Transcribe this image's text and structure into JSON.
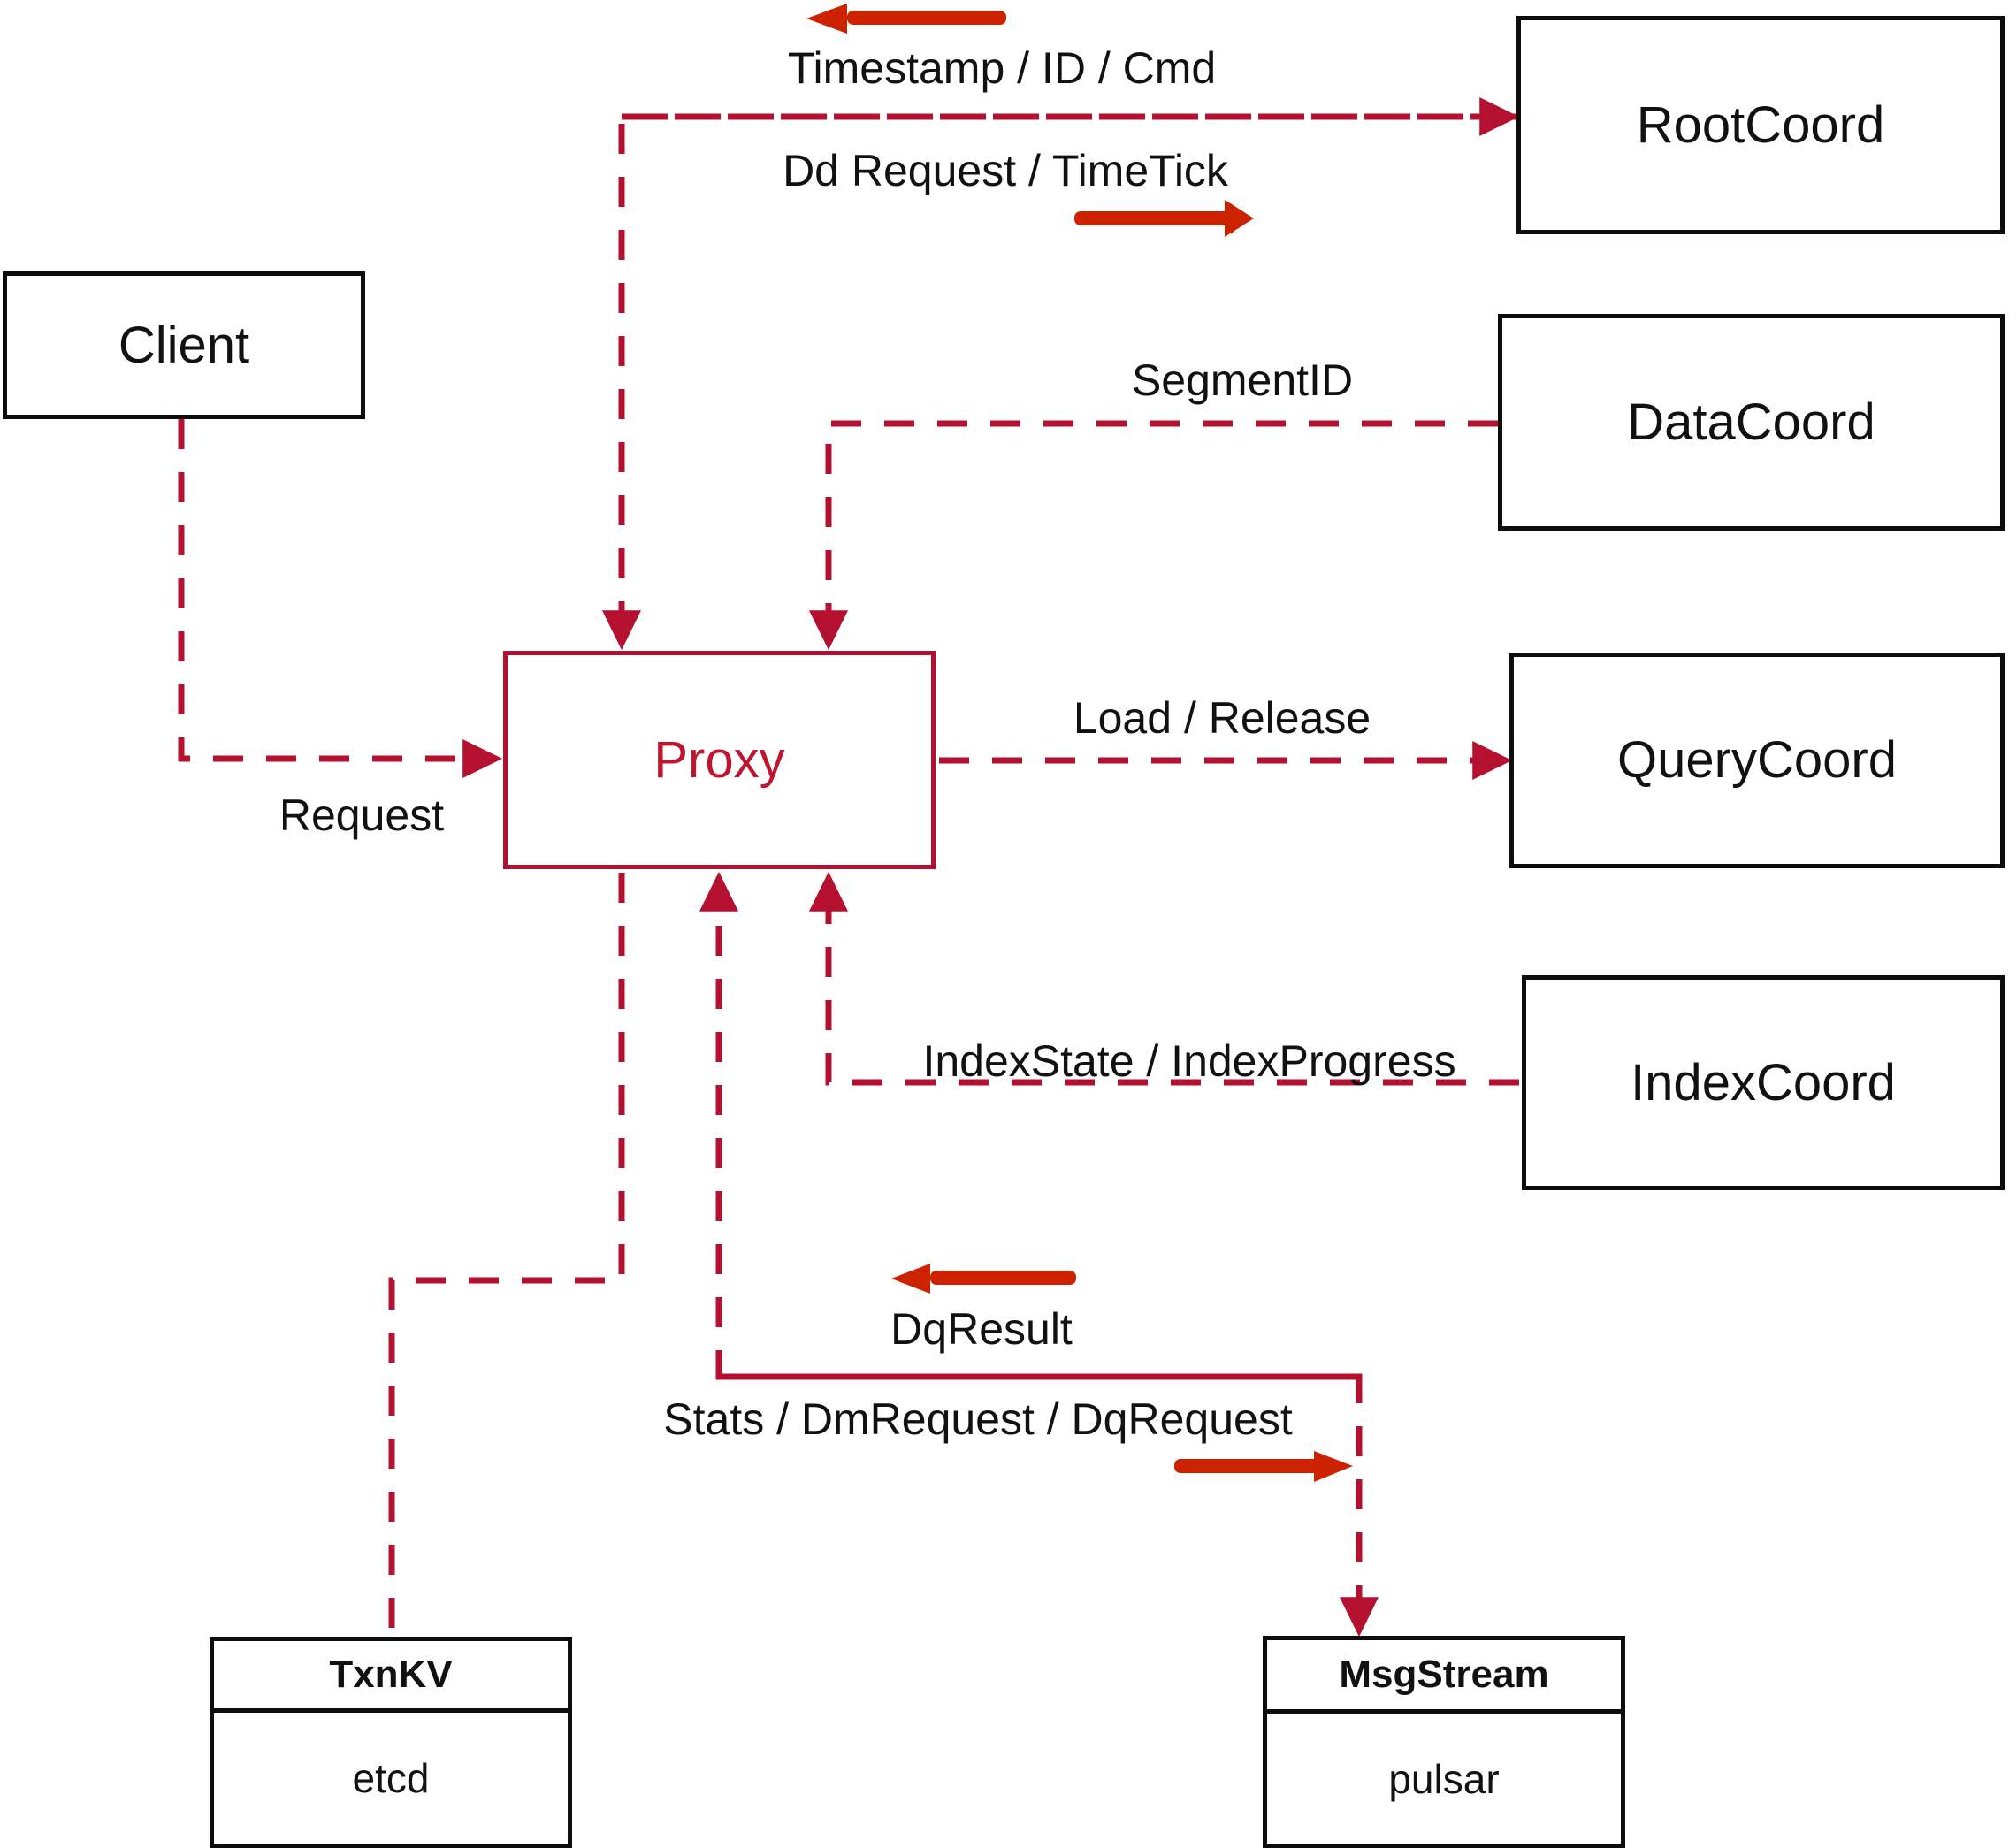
{
  "diagram": {
    "title": "Milvus Proxy component interaction diagram",
    "colors": {
      "dashed_line": "#b4102f",
      "solid_arrow": "#cc2200",
      "node_border": "#0d0d0d",
      "proxy_border": "#b4102f",
      "proxy_text": "#c0152f",
      "background": "#ffffff",
      "text": "#111111"
    },
    "nodes": [
      {
        "id": "client",
        "label": "Client",
        "style": "black"
      },
      {
        "id": "proxy",
        "label": "Proxy",
        "style": "red"
      },
      {
        "id": "rootcoord",
        "label": "RootCoord",
        "style": "black"
      },
      {
        "id": "datacoord",
        "label": "DataCoord",
        "style": "black"
      },
      {
        "id": "querycoord",
        "label": "QueryCoord",
        "style": "black"
      },
      {
        "id": "indexcoord",
        "label": "IndexCoord",
        "style": "black"
      }
    ],
    "stacked_nodes": [
      {
        "id": "txnkv",
        "header": "TxnKV",
        "body": "etcd"
      },
      {
        "id": "msgstream",
        "header": "MsgStream",
        "body": "pulsar"
      }
    ],
    "edge_labels": [
      {
        "id": "timestamp-id-cmd",
        "text": "Timestamp / ID / Cmd",
        "direction": "left"
      },
      {
        "id": "dd-request",
        "text": "Dd Request / TimeTick",
        "direction": "right"
      },
      {
        "id": "segmentid",
        "text": "SegmentID",
        "direction": "left"
      },
      {
        "id": "load-release",
        "text": "Load / Release",
        "direction": "right"
      },
      {
        "id": "index-state",
        "text": "IndexState / IndexProgress",
        "direction": "left"
      },
      {
        "id": "request",
        "text": "Request",
        "direction": "right"
      },
      {
        "id": "dq-result",
        "text": "DqResult",
        "direction": "left"
      },
      {
        "id": "stats-dm-dq",
        "text": "Stats / DmRequest / DqRequest",
        "direction": "right"
      }
    ]
  }
}
